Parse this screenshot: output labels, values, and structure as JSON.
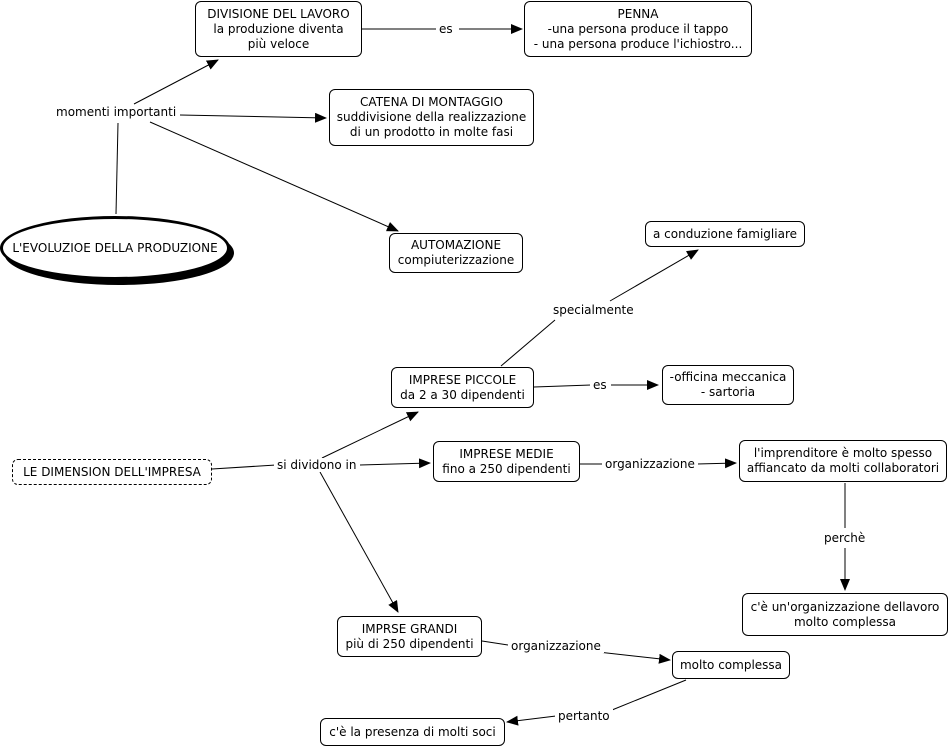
{
  "root": "L'EVOLUZIOE DELLA PRODUZIONE",
  "nodes": {
    "divisione": [
      "DIVISIONE DEL LAVORO",
      "la produzione diventa",
      "più veloce"
    ],
    "penna": [
      "PENNA",
      "-una persona produce il tappo",
      "- una persona produce l'ichiostro..."
    ],
    "catena": [
      "CATENA DI MONTAGGIO",
      "suddivisione della realizzazione",
      "di un prodotto in molte fasi"
    ],
    "automazione": [
      "AUTOMAZIONE",
      "compiuterizzazione"
    ],
    "conduzione": [
      "a conduzione famigliare"
    ],
    "piccole": [
      "IMPRESE PICCOLE",
      "da 2 a 30 dipendenti"
    ],
    "officina": [
      "-officina meccanica",
      "- sartoria"
    ],
    "dimensioni": [
      "LE DIMENSION DELL'IMPRESA"
    ],
    "medie": [
      "IMPRESE MEDIE",
      "fino a 250 dipendenti"
    ],
    "imprenditore": [
      "l'imprenditore è molto spesso",
      "affiancato da molti collaboratori"
    ],
    "complessa_org": [
      "c'è un'organizzazione dellavoro",
      "molto complessa"
    ],
    "grandi": [
      "IMPRSE GRANDI",
      "più di 250 dipendenti"
    ],
    "molto_complessa": [
      "molto complessa"
    ],
    "soci": [
      "c'è la presenza di molti soci"
    ]
  },
  "labels": {
    "momenti": "momenti importanti",
    "es1": "es",
    "specialmente": "specialmente",
    "es2": "es",
    "si_dividono": "si dividono in",
    "organizzazione1": "organizzazione",
    "perche": "perchè",
    "organizzazione2": "organizzazione",
    "pertanto": "pertanto"
  }
}
